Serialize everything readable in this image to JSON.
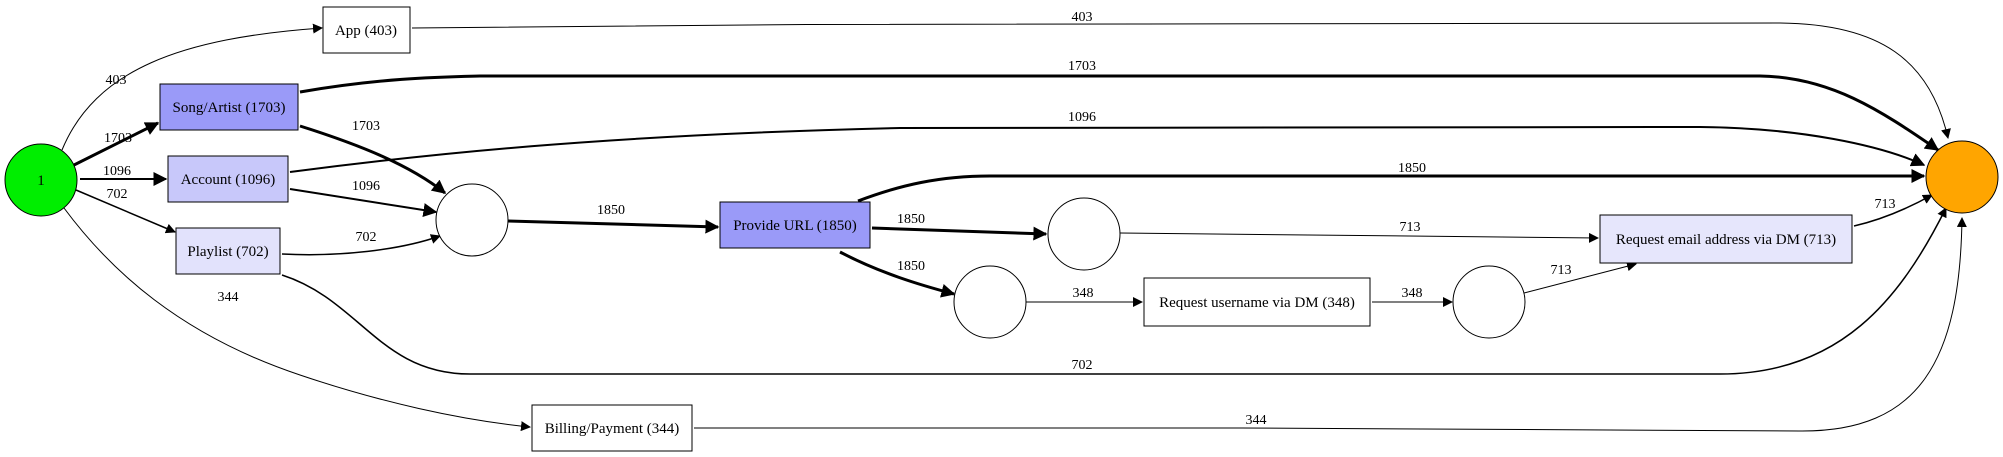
{
  "diagram": {
    "nodes": {
      "start": {
        "label": "1",
        "fill": "#00ee00"
      },
      "end": {
        "label": "",
        "fill": "#ffa500"
      },
      "app": {
        "label": "App (403)",
        "fill": "#ffffff"
      },
      "song": {
        "label": "Song/Artist (1703)",
        "fill": "#9a9af8"
      },
      "account": {
        "label": "Account (1096)",
        "fill": "#c8c8fa"
      },
      "playlist": {
        "label": "Playlist (702)",
        "fill": "#e2e2fc"
      },
      "billing": {
        "label": "Billing/Payment (344)",
        "fill": "#ffffff"
      },
      "url": {
        "label": "Provide URL (1850)",
        "fill": "#9a9af8"
      },
      "username": {
        "label": "Request username via DM (348)",
        "fill": "#ffffff"
      },
      "email": {
        "label": "Request email address via DM (713)",
        "fill": "#e6e6fc"
      }
    },
    "edges": {
      "start_app": "403",
      "start_song": "1703",
      "start_account": "1096",
      "start_playlist": "702",
      "start_billing": "344",
      "app_end": "403",
      "song_end": "1703",
      "song_j1": "1703",
      "account_end": "1096",
      "account_j1": "1096",
      "playlist_j1": "702",
      "playlist_end": "702",
      "billing_end": "344",
      "j1_url": "1850",
      "url_end": "1850",
      "url_j2": "1850",
      "url_j3": "1850",
      "j2_email": "713",
      "j3_username": "348",
      "username_j4": "348",
      "j4_email": "713",
      "email_end": "713"
    }
  }
}
